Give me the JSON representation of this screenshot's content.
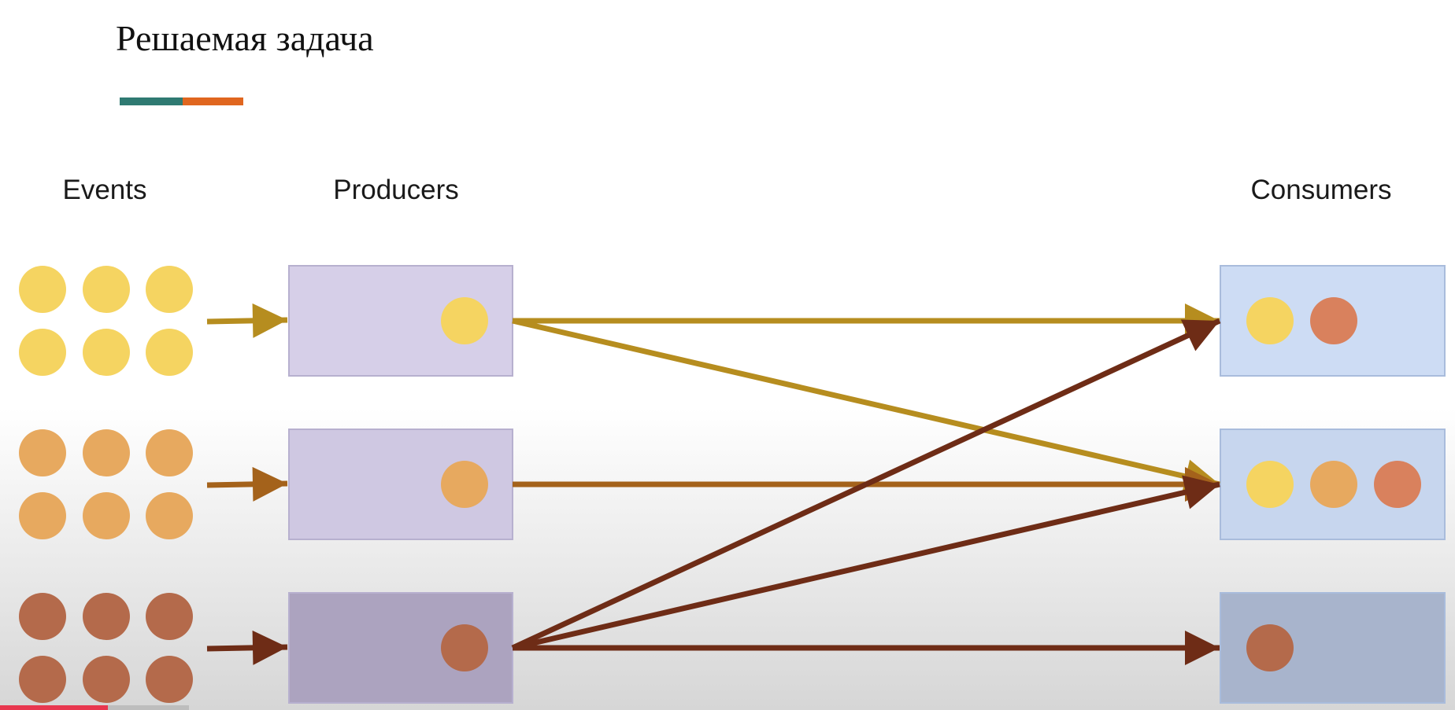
{
  "slide": {
    "title": "Решаемая задача",
    "accent_colors": [
      "#2f7a72",
      "#e0661f"
    ]
  },
  "columns": {
    "events": "Events",
    "producers": "Producers",
    "consumers": "Consumers"
  },
  "event_types": [
    {
      "name": "yellow",
      "color": "#f5d461",
      "line_color": "#b68d1f"
    },
    {
      "name": "orange",
      "color": "#e7a95f",
      "line_color": "#a4621b"
    },
    {
      "name": "brown",
      "color": "#b46a4b",
      "line_color": "#6e2c16"
    }
  ],
  "producer_fills": [
    "#d6cfe8",
    "#cfc8e2",
    "#aca3bf"
  ],
  "consumer_fills": [
    "#cddcf4",
    "#c7d6ee",
    "#a8b4cc"
  ],
  "consumer_dot_colors": [
    [
      "#f5d461",
      "#d9815d"
    ],
    [
      "#f5d461",
      "#e7a95f",
      "#d9815d"
    ],
    [
      "#b46a4b"
    ]
  ],
  "connections": [
    {
      "from": 0,
      "to": 0
    },
    {
      "from": 0,
      "to": 1
    },
    {
      "from": 1,
      "to": 1
    },
    {
      "from": 2,
      "to": 0
    },
    {
      "from": 2,
      "to": 1
    },
    {
      "from": 2,
      "to": 2
    }
  ],
  "video_progress": 0.57
}
